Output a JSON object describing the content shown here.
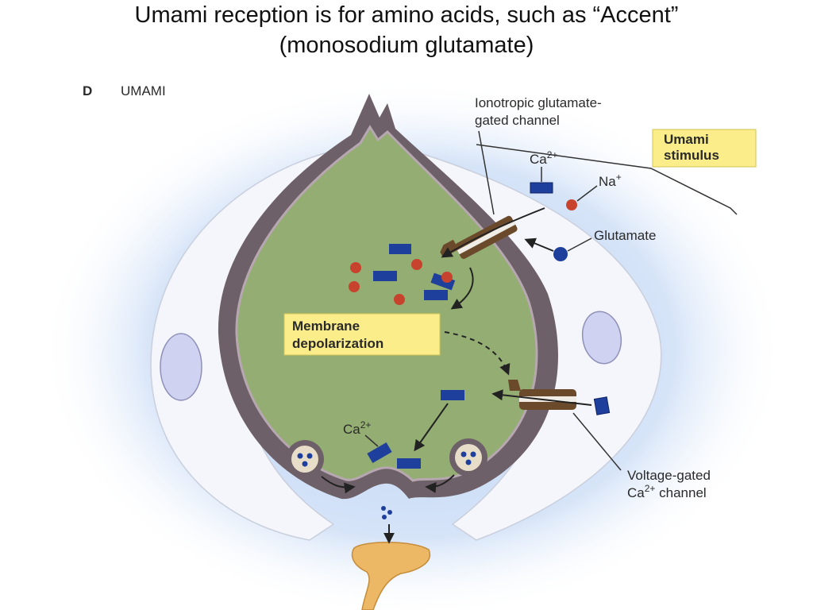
{
  "slide": {
    "title_line1": "Umami reception is for amino acids, such as “Accent”",
    "title_line2": "(monosodium glutamate)"
  },
  "figure": {
    "panel_letter": "D",
    "panel_title": "UMAMI",
    "labels": {
      "ionotropic_line1": "Ionotropic glutamate-",
      "ionotropic_line2": "gated channel",
      "stimulus_line1": "Umami",
      "stimulus_line2": "stimulus",
      "ca_top": "Ca",
      "ca_top_sup": "2+",
      "na": "Na",
      "na_sup": "+",
      "glutamate": "Glutamate",
      "depol_line1": "Membrane",
      "depol_line2": "depolarization",
      "ca_inner": "Ca",
      "ca_inner_sup": "2+",
      "vgc_line1": "Voltage-gated",
      "vgc_line2_pre": "Ca",
      "vgc_line2_sup": "2+",
      "vgc_line2_post": " channel"
    }
  },
  "colors": {
    "background_glow": "#c9dcf5",
    "supporting_cell": "#f4f6fb",
    "membrane": "#6e6068",
    "cytoplasm": "#93ad72",
    "calcium_ion": "#1f3f9c",
    "sodium_ion": "#c8432e",
    "channel": "#6b4a2c",
    "label_box": "#fbee8a",
    "nerve_terminal": "#edb865"
  }
}
